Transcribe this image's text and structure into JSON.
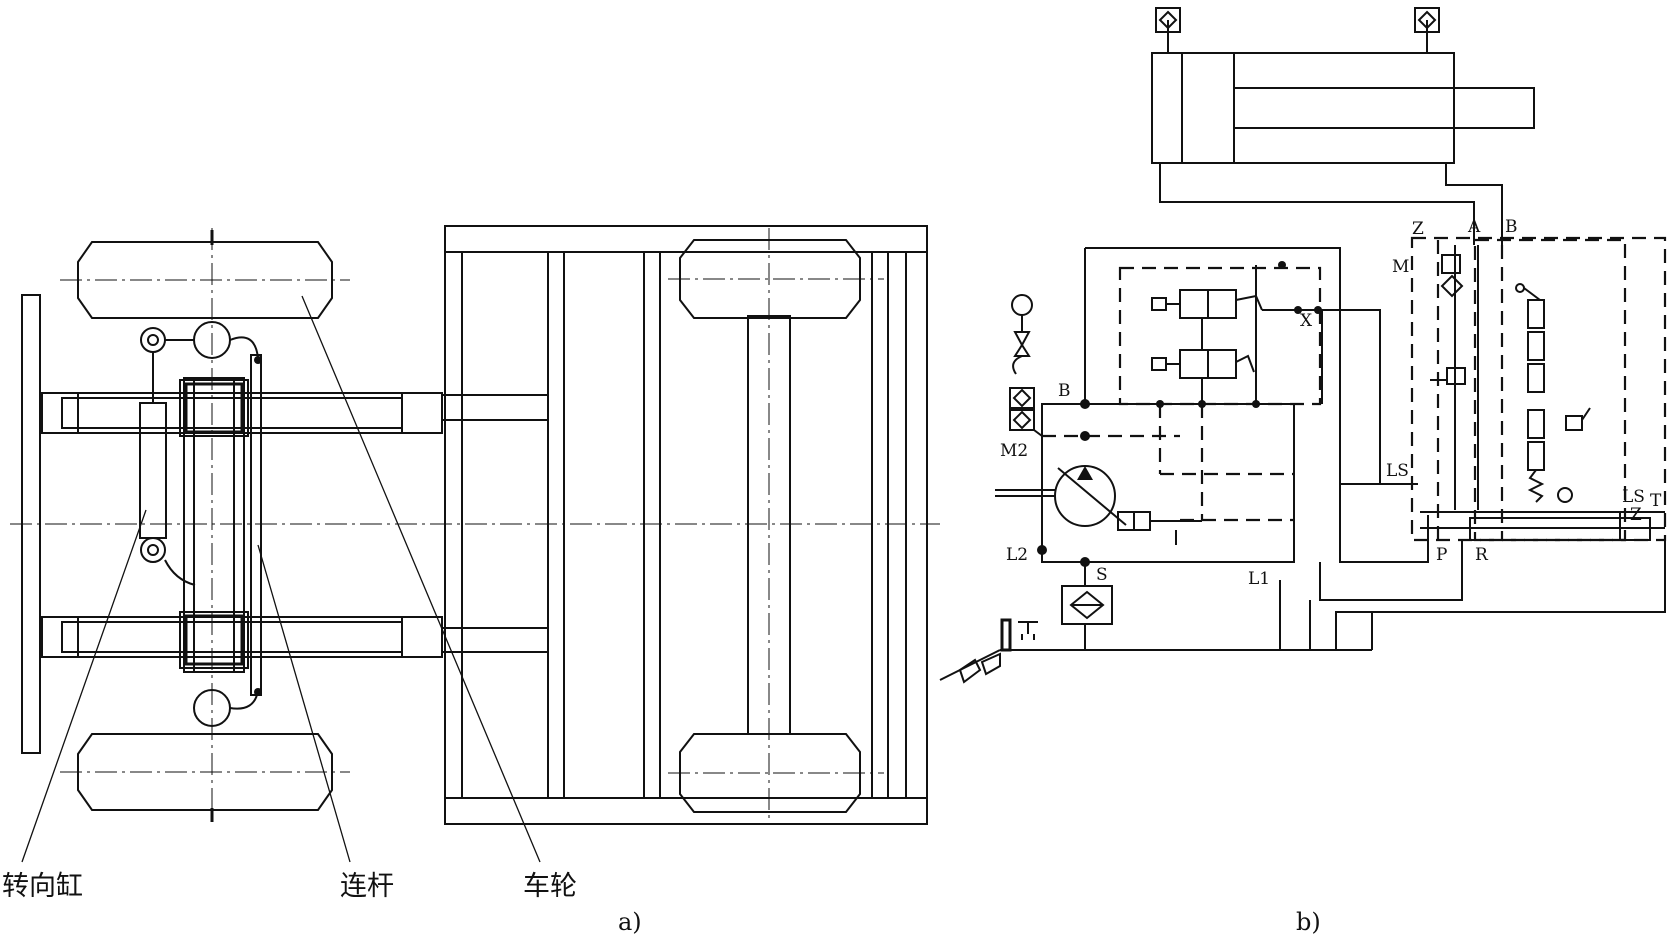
{
  "panel_a": {
    "caption": "a)",
    "callouts": {
      "steering_cylinder": "转向缸",
      "link_rod": "连杆",
      "wheel": "车轮"
    }
  },
  "panel_b": {
    "caption": "b)",
    "ports": {
      "Z": "Z",
      "A": "A",
      "B_top": "B",
      "M": "M",
      "X": "X",
      "B_pump": "B",
      "M2": "M2",
      "LS_left": "LS",
      "LS_right": "LS",
      "T": "T",
      "P": "P",
      "R": "R",
      "L2": "L2",
      "S": "S",
      "L1": "L1"
    }
  }
}
